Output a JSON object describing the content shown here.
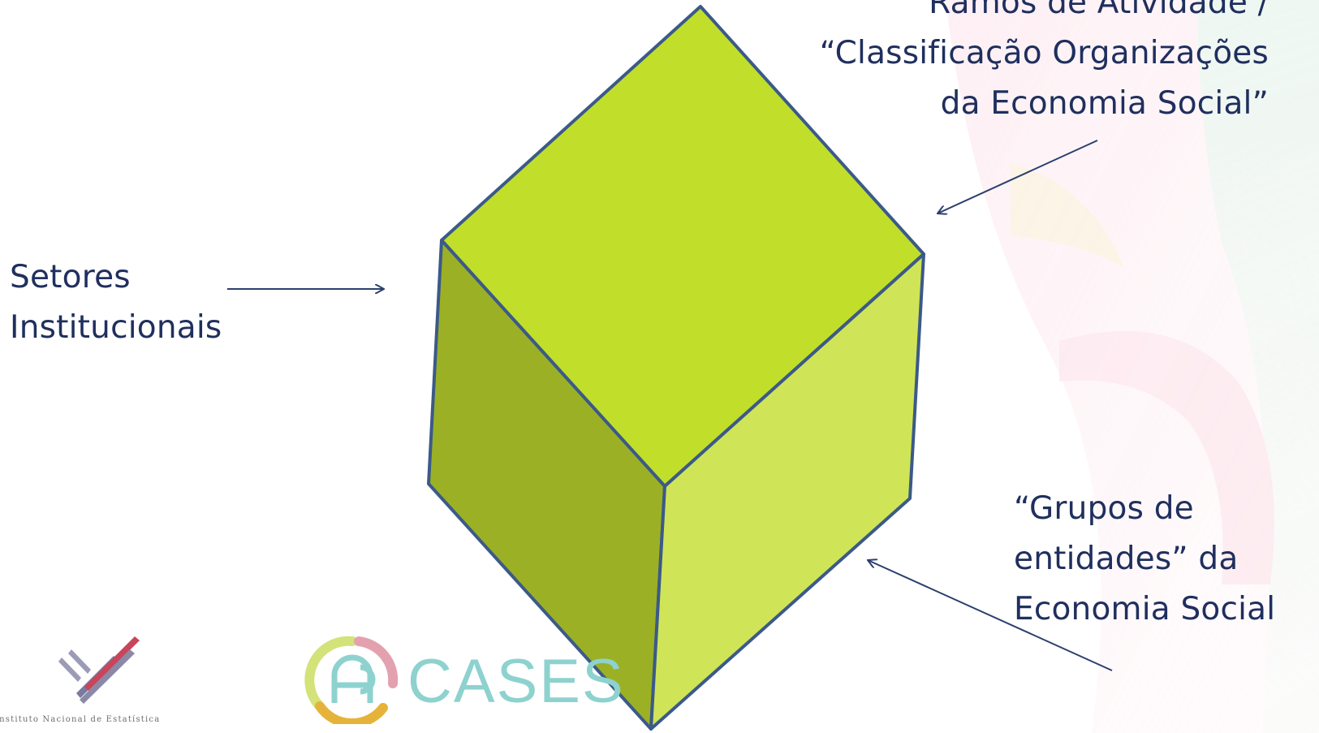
{
  "labels": {
    "left": {
      "line1": "Setores",
      "line2": "Institucionais"
    },
    "top": {
      "line1": "Ramos de Atividade /",
      "line2": "“Classificação Organizações",
      "line3": "da Economia Social”"
    },
    "bottom": {
      "line1": "“Grupos de",
      "line2": "entidades” da",
      "line3": "Economia Social"
    }
  },
  "logos": {
    "ine": {
      "icon": "ine-checkmark-logo-icon",
      "text": "Instituto Nacional de Estatística"
    },
    "cases": {
      "icon": "cases-emblem-icon",
      "text": "CASES"
    }
  },
  "colors": {
    "cube_top": "#c1de2b",
    "cube_left": "#9cb026",
    "cube_right": "#d0e458",
    "cube_edges": "#3b5a88",
    "text": "#1f2f5e",
    "arrow": "#2c3f6e"
  }
}
